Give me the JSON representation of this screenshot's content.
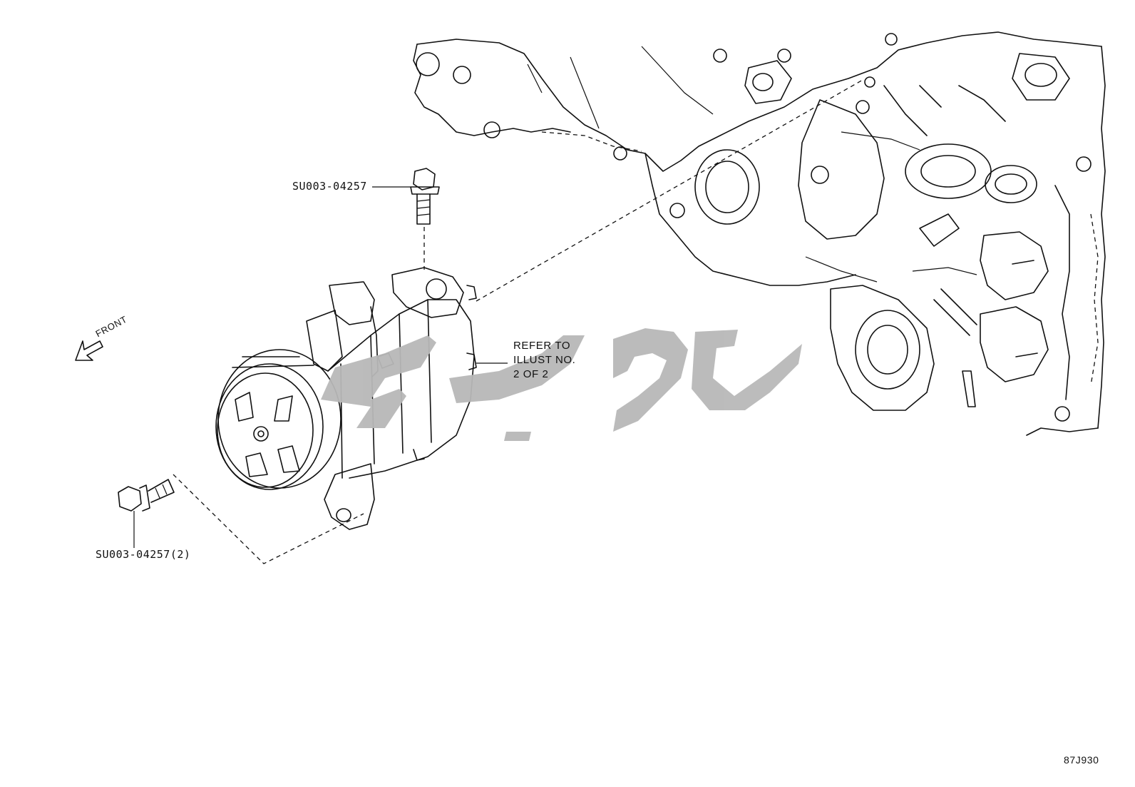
{
  "labels": {
    "bolt_top": "SU003-04257",
    "bolt_bottom": "SU003-04257(2)",
    "refer_line1": "REFER TO",
    "refer_line2": "ILLUST NO.",
    "refer_line3": "2 OF 2",
    "front": "FRONT",
    "figure_code": "87J930"
  },
  "colors": {
    "line": "#111111",
    "watermark": "#b8b8b8",
    "background": "#ffffff"
  }
}
